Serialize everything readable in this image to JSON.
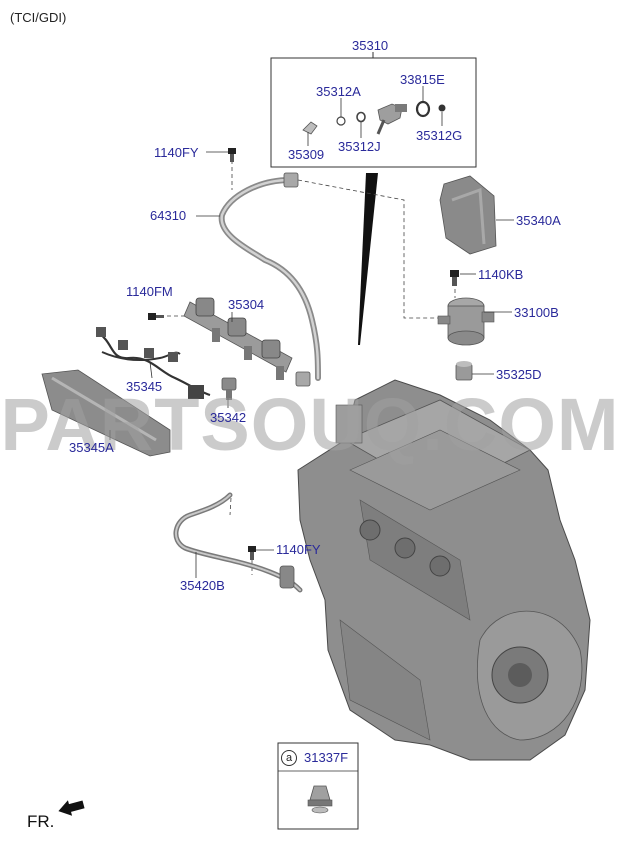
{
  "header": {
    "variant": "(TCI/GDI)"
  },
  "watermark": "PARTSOUQ.COM",
  "footer": {
    "direction": "FR."
  },
  "callouts": {
    "p35310": "35310",
    "p35312A": "35312A",
    "p33815E": "33815E",
    "p35309": "35309",
    "p35312J": "35312J",
    "p35312G": "35312G",
    "p1140FY_top": "1140FY",
    "p64310": "64310",
    "p35340A": "35340A",
    "p1140KB": "1140KB",
    "p1140FM": "1140FM",
    "p35304": "35304",
    "p33100B": "33100B",
    "p35345": "35345",
    "p35325D": "35325D",
    "p35342": "35342",
    "p35345A": "35345A",
    "p1140FY_bottom": "1140FY",
    "p35420B": "35420B",
    "p31337F": "31337F"
  },
  "inset": {
    "marker": "a"
  },
  "colors": {
    "label": "#2a2a9a",
    "part": "#9a9a9a",
    "engine": "#8e8e8e",
    "line": "#333333"
  }
}
